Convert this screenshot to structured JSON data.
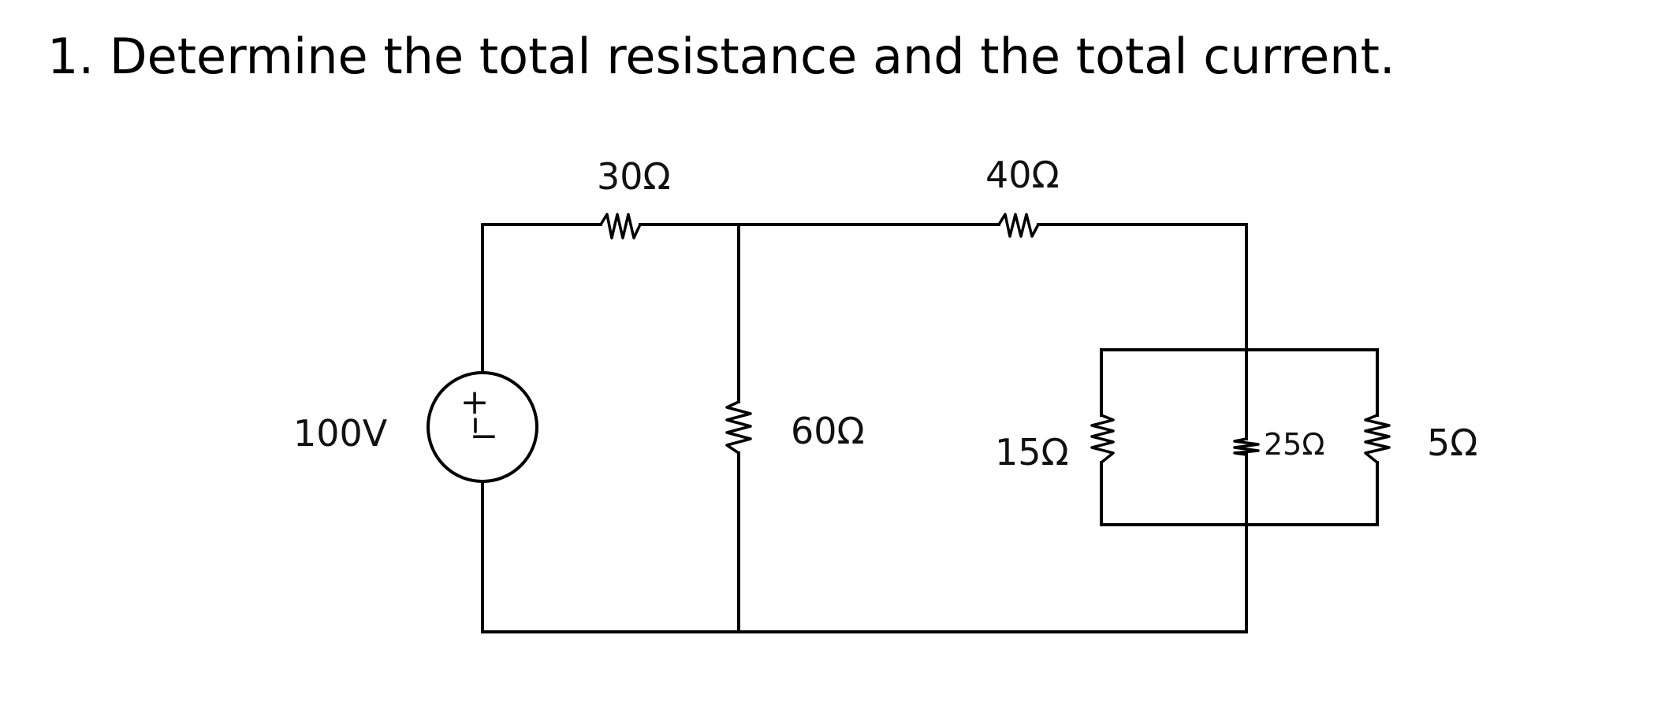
{
  "problem": {
    "title": "1. Determine the total resistance and the total current."
  },
  "circuit": {
    "source": {
      "voltage_label": "100V",
      "plus_sign": "+",
      "minus_sign": "−"
    },
    "resistors": {
      "r30": {
        "label": "30Ω"
      },
      "r40": {
        "label": "40Ω"
      },
      "r60": {
        "label": "60Ω"
      },
      "r15": {
        "label": "15Ω"
      },
      "r25": {
        "label": "25Ω"
      },
      "r5": {
        "label": "5Ω"
      }
    },
    "wire_color": "#000000"
  }
}
